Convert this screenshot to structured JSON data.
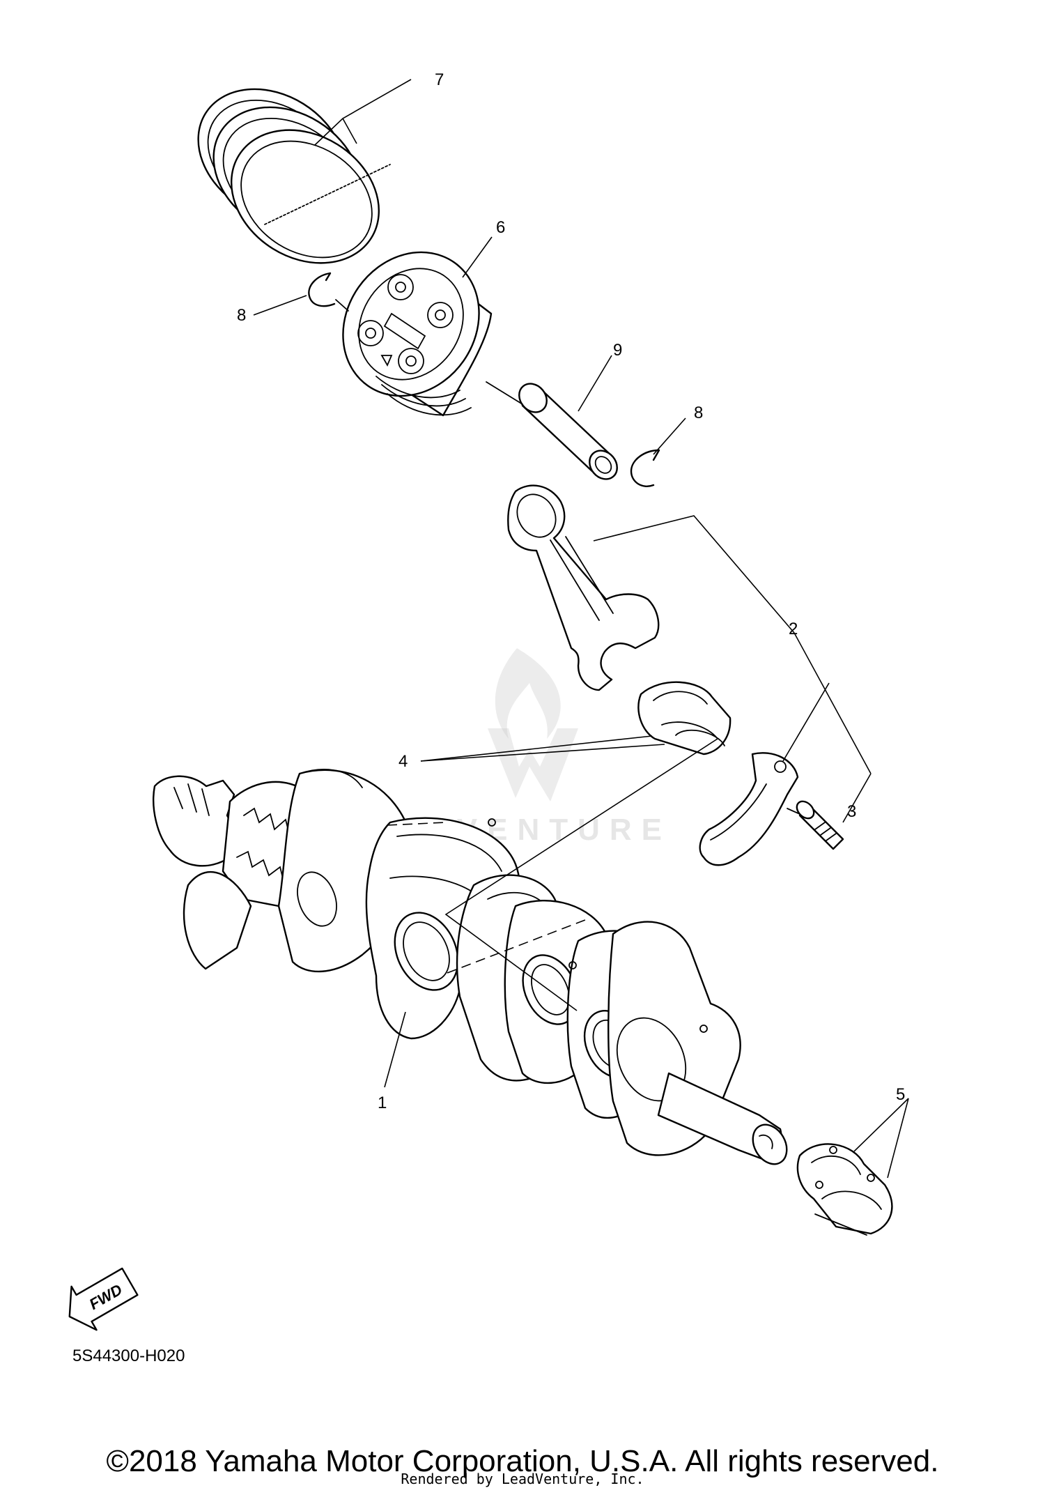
{
  "callouts": {
    "c1": "1",
    "c2": "2",
    "c3": "3",
    "c4": "4",
    "c5": "5",
    "c6": "6",
    "c7": "7",
    "c8a": "8",
    "c8b": "8",
    "c9": "9"
  },
  "fwd_badge": "FWD",
  "diagram_code": "5S44300-H020",
  "copyright": "©2018 Yamaha Motor Corporation, U.S.A. All rights reserved.",
  "rendered_by": "Rendered by LeadVenture, Inc.",
  "watermark": {
    "text": "LEADVENTURE",
    "icon": "leadventure-flame-logo",
    "color": "#c8c8c8"
  }
}
